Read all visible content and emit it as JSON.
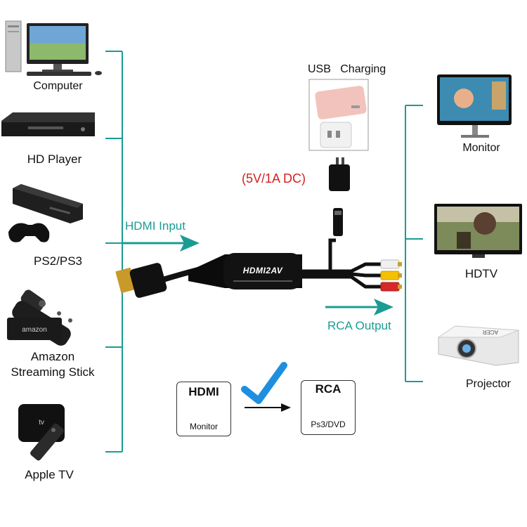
{
  "inputs": {
    "computer": "Computer",
    "hd_player": "HD Player",
    "ps": "PS2/PS3",
    "amazon_line1": "Amazon",
    "amazon_line2": "Streaming Stick",
    "apple_tv": "Apple TV"
  },
  "outputs": {
    "monitor": "Monitor",
    "hdtv": "HDTV",
    "projector": "Projector"
  },
  "labels": {
    "hdmi_input": "HDMI Input",
    "rca_output": "RCA Output",
    "usb_charging": "USB   Charging",
    "power_spec": "(5V/1A DC)",
    "converter_badge": "HDMI2AV"
  },
  "legend": {
    "hdmi_title": "HDMI",
    "hdmi_sub": "Monitor",
    "rca_title": "RCA",
    "rca_sub": "Ps3/DVD"
  },
  "colors": {
    "teal": "#1a9c93",
    "red": "#d42020",
    "check_blue": "#1e8fe0"
  }
}
